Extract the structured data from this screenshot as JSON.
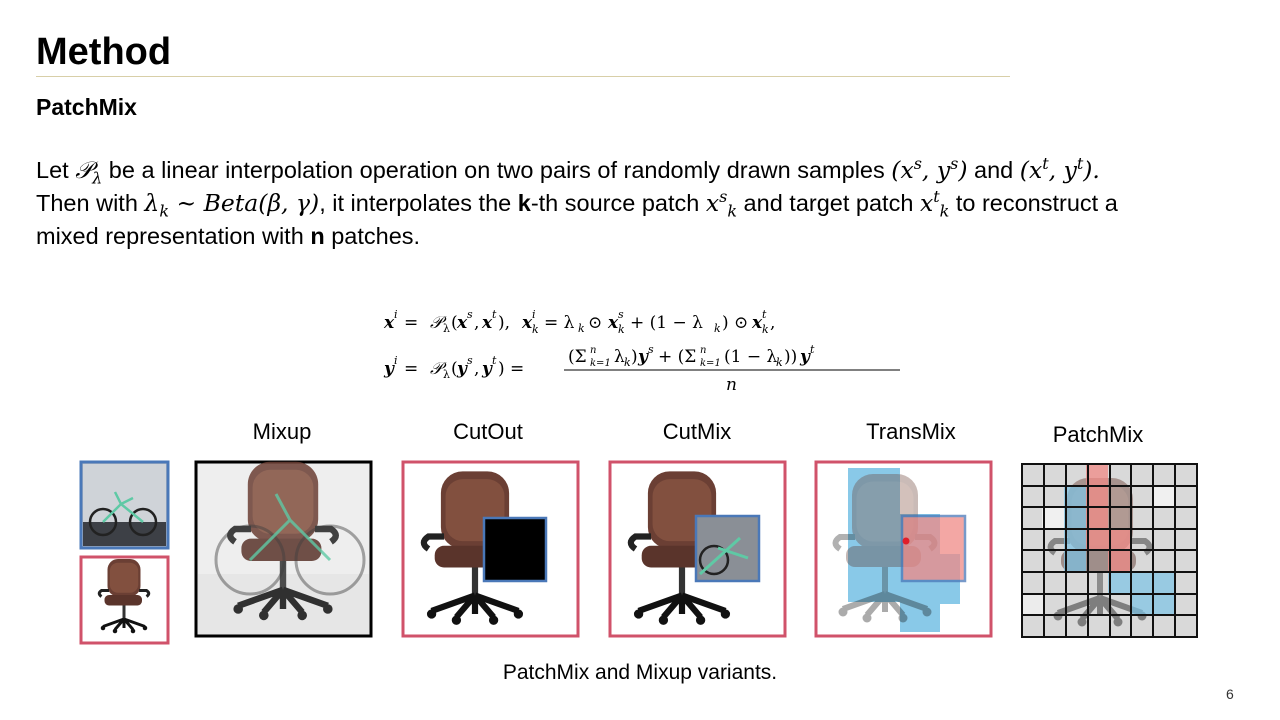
{
  "slide": {
    "title": "Method",
    "section_heading": "PatchMix",
    "page_number": "6"
  },
  "body": {
    "line1_let": "Let",
    "line1_symbol": "𝒫",
    "line1_symbol_sub": "λ",
    "line1_mid": " be a linear interpolation operation on two pairs of randomly drawn samples ",
    "line1_pair1": "(x",
    "line1_pair1_sup": "s",
    "line1_pair1_b": ", y",
    "line1_pair1_sup2": "s",
    "line1_pair1_end": ")",
    "line1_and": " and ",
    "line1_pair2": "(x",
    "line1_pair2_sup": "t",
    "line1_pair2_b": ", y",
    "line1_pair2_sup2": "t",
    "line1_pair2_end": ").",
    "line2_a": "Then with ",
    "line2_lambda": "λ",
    "line2_lambda_sub": "k",
    "line2_dist": " ~ Beta(β, γ)",
    "line2_b": ", it interpolates the ",
    "line2_k": "k",
    "line2_c": "-th source patch ",
    "line2_xs": "x",
    "line2_xs_sup": "s",
    "line2_xs_sub": "k",
    "line2_d": " and target patch ",
    "line2_xt": "x",
    "line2_xt_sup": "t",
    "line2_xt_sub": "k",
    "line2_e": " to reconstruct a",
    "line3_a": "mixed representation with ",
    "line3_n": "n",
    "line3_b": " patches."
  },
  "equations": {
    "eq1": "x^i = P_λ(x^s, x^t),  x^i_k = λ_k ⊙ x^s_k + (1 − λ_k) ⊙ x^t_k,",
    "eq2": "y^i = P_λ(y^s, y^t) = ((Σ_{k=1}^n λ_k) y^s + (Σ_{k=1}^n (1 − λ_k)) y^t) / n"
  },
  "figure": {
    "labels": [
      "Mixup",
      "CutOut",
      "CutMix",
      "TransMix",
      "PatchMix"
    ],
    "caption": "PatchMix and Mixup variants."
  },
  "colors": {
    "blue_frame": "#4a78b8",
    "red_frame": "#d0526a",
    "chair_brown": "#6b3f34",
    "bike_teal": "#5fc9a5",
    "transmix_fill": "#7cc3e6",
    "patch_red": "#f08a86"
  }
}
